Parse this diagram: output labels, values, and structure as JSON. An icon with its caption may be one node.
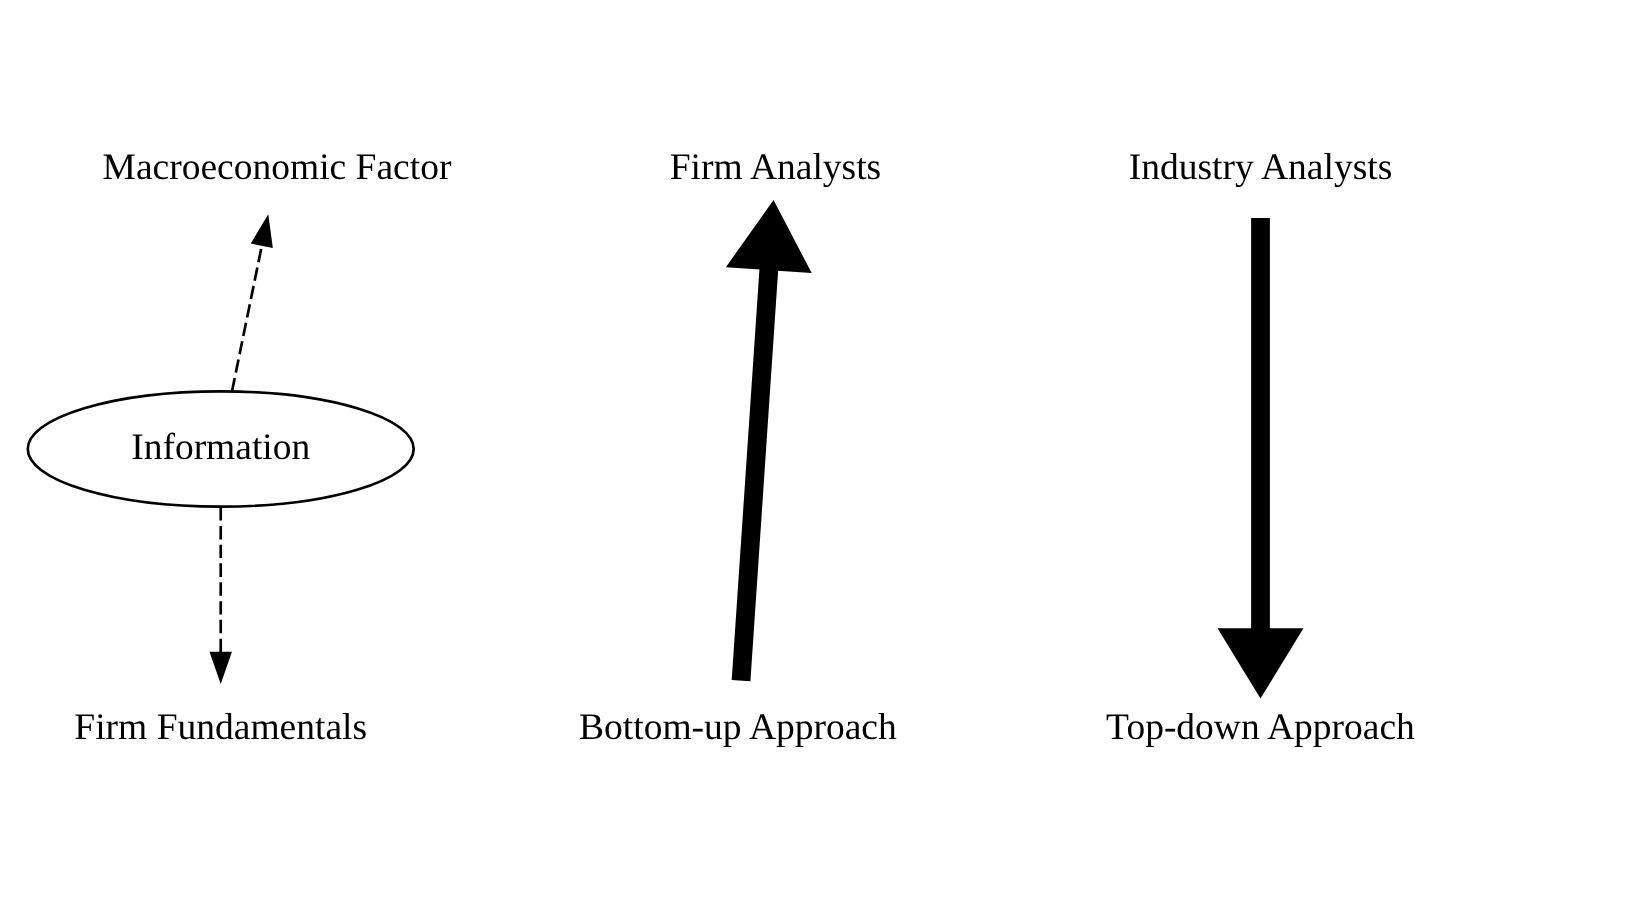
{
  "diagram": {
    "nodes": [
      {
        "text": [
          "Macroeconomic Factor"
        ]
      },
      {
        "text": [
          "Firm Analysts"
        ]
      },
      {
        "text": [
          "Industry Analysts"
        ]
      },
      {
        "text": [
          "Information"
        ]
      },
      {
        "text": [
          "Firm Fundamentals"
        ]
      },
      {
        "text": [
          "Bottom-up Approach"
        ]
      },
      {
        "text": [
          "Top-down Approach"
        ]
      }
    ],
    "edges": [
      {
        "from": 3,
        "to": 0,
        "arrow": "to",
        "style": "dashed"
      },
      {
        "from": 3,
        "to": 4,
        "arrow": "to",
        "style": "dashed"
      },
      {
        "from": 5,
        "to": 1,
        "arrow": "to",
        "style": "thick"
      },
      {
        "from": 2,
        "to": 6,
        "arrow": "to",
        "style": "thick"
      }
    ]
  }
}
